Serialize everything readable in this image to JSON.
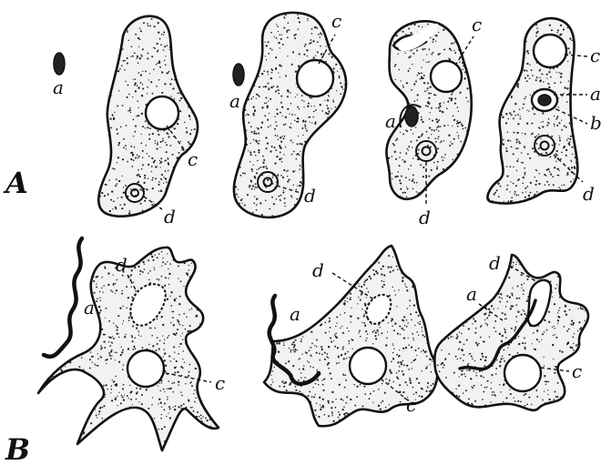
{
  "panel_labels": {
    "top": "A",
    "bottom": "B"
  },
  "labels": {
    "a": "a",
    "b": "b",
    "c": "c",
    "d": "d"
  }
}
